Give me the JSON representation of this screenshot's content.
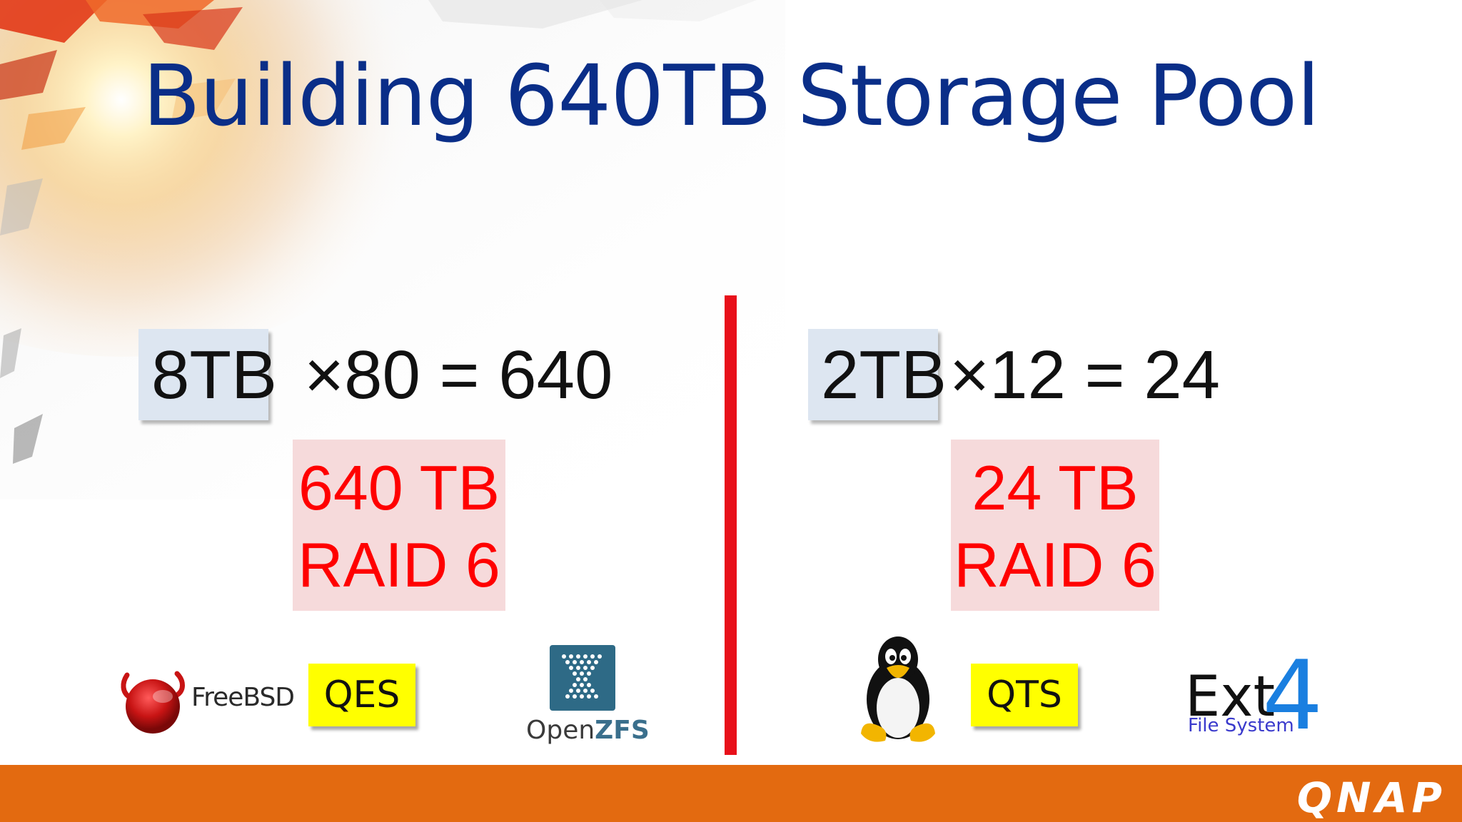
{
  "slide": {
    "title": "Building 640TB Storage Pool",
    "left": {
      "capacity": "8TB",
      "equation": "×80 = 640",
      "result_line1": "640 TB",
      "result_line2": "RAID 6",
      "os_logo_text": "FreeBSD",
      "system_label": "QES",
      "fs_logo_text_open": "Open",
      "fs_logo_text_zfs": "ZFS"
    },
    "right": {
      "capacity": "2TB",
      "equation": "×12 = 24",
      "result_line1": "24 TB",
      "result_line2": "RAID 6",
      "system_label": "QTS",
      "fs_logo_word": "Ext",
      "fs_logo_number": "4",
      "fs_logo_sub": "File System"
    },
    "footer": {
      "brand": "QNAP"
    }
  },
  "icons": [
    "freebsd-daemon-icon",
    "openzfs-icon",
    "tux-penguin-icon"
  ],
  "colors": {
    "title": "#0a2e88",
    "divider": "#e8101a",
    "result_text": "#ff0000",
    "result_bg": "#f6dadb",
    "capacity_bg": "#dde6f1",
    "label_bg": "#ffff00",
    "footer": "#e36a10"
  }
}
